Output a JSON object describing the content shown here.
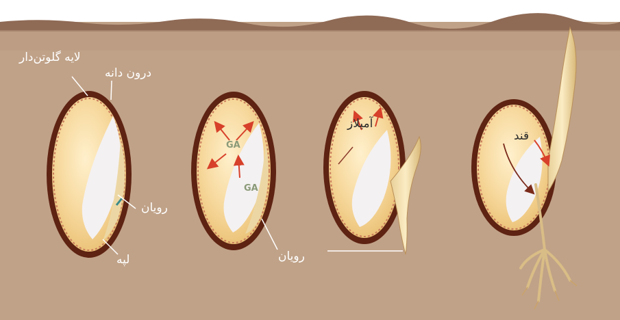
{
  "colors": {
    "soil": "#c0a288",
    "soil_dark": "#8f6a55",
    "seed_coat": "#6a2a14",
    "endosperm": "#f6d79a",
    "embryo": "#ecd7a4",
    "cotyledon": "#f4f1f2",
    "arrow": "#d7402a"
  },
  "labels": {
    "aleurone_layer": "لایه گلوتن‌دار",
    "endosperm": "درون دانه",
    "embryo_1": "رویان",
    "cotyledon": "لپه",
    "embryo_2": "رویان",
    "amylase": "آمیلاز",
    "sugar": "قند"
  },
  "hormones": {
    "ga_1": "GA",
    "ga_2": "GA"
  }
}
